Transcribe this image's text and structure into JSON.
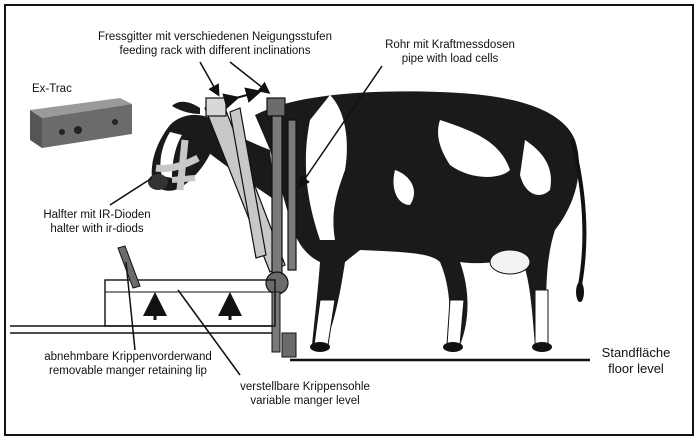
{
  "labels": {
    "feeding_rack_de": "Fressgitter mit verschiedenen Neigungsstufen",
    "feeding_rack_en": "feeding rack with different inclinations",
    "pipe_de": "Rohr mit Kraftmessdosen",
    "pipe_en": "pipe with load cells",
    "extrac": "Ex-Trac",
    "halter_de": "Halfter mit IR-Dioden",
    "halter_en": "halter with ir-diods",
    "lip_de": "abnehmbare Krippenvorderwand",
    "lip_en": "removable manger retaining lip",
    "manger_de": "verstellbare Krippensohle",
    "manger_en": "variable manger level",
    "floor_de": "Standfläche",
    "floor_en": "floor level"
  },
  "colors": {
    "ink": "#111111",
    "rack": "#c8c8c8",
    "pipe": "#7a7a7a",
    "device": "#6b6b6b",
    "cow_black": "#1a1a1a"
  }
}
